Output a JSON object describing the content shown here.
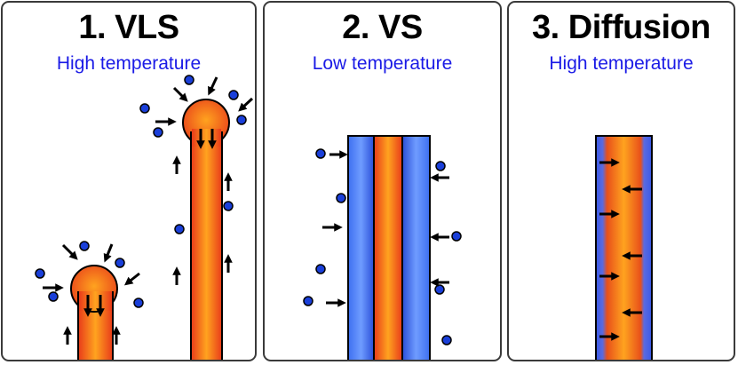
{
  "panels": [
    {
      "title": "1. VLS",
      "subtitle": "High temperature"
    },
    {
      "title": "2. VS",
      "subtitle": "Low temperature"
    },
    {
      "title": "3. Diffusion",
      "subtitle": "High temperature"
    }
  ],
  "colors": {
    "subtitle": "#1a1ae6",
    "atom": "#1a3fd9",
    "nanowire_core": "#ff9a1a",
    "nanowire_edge": "#e83a1a",
    "shell": "#2a4fd9",
    "arrow": "#000000",
    "border": "#3a3a3a"
  },
  "icons": [
    "atom-dot",
    "arrow-icon",
    "nanowire",
    "catalyst-droplet",
    "shell-layer"
  ]
}
